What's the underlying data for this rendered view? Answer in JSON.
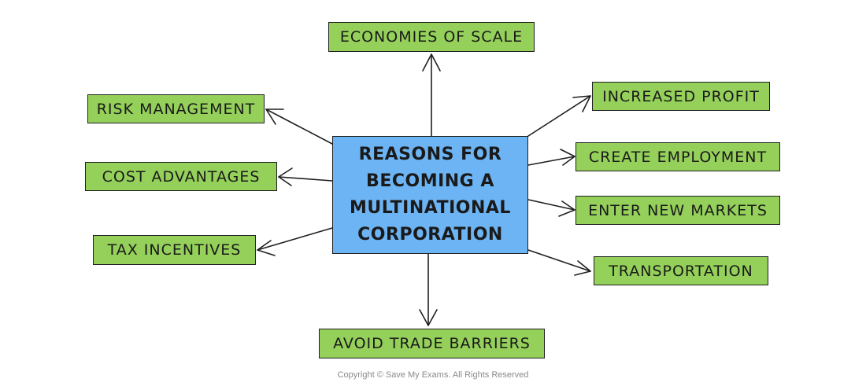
{
  "center": {
    "label": "REASONS FOR BECOMING A MULTINATIONAL CORPORATION"
  },
  "reasons": {
    "economies_of_scale": "ECONOMIES OF SCALE",
    "increased_profit": "INCREASED PROFIT",
    "create_employment": "CREATE EMPLOYMENT",
    "enter_new_markets": "ENTER NEW MARKETS",
    "transportation": "TRANSPORTATION",
    "avoid_trade_barriers": "AVOID TRADE BARRIERS",
    "tax_incentives": "TAX INCENTIVES",
    "cost_advantages": "COST ADVANTAGES",
    "risk_management": "RISK MANAGEMENT"
  },
  "footer": {
    "copyright": "Copyright © Save My Exams. All Rights Reserved"
  },
  "colors": {
    "center_fill": "#6cb4f3",
    "box_fill": "#94d05a",
    "stroke": "#1f1f1f"
  }
}
